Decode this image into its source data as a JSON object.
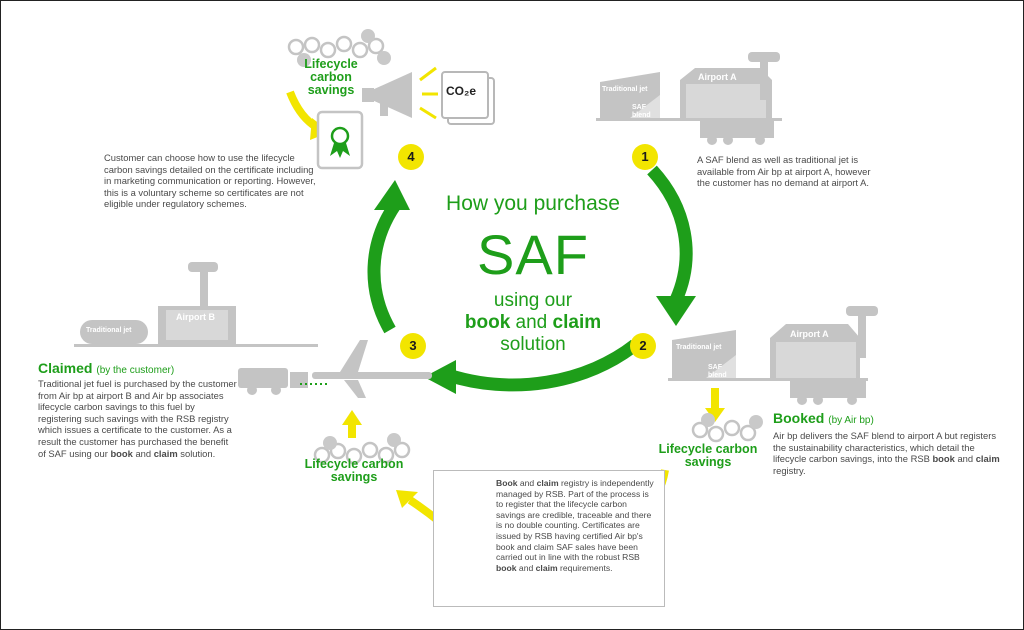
{
  "title": {
    "line1": "How you purchase",
    "line2": "SAF",
    "line3": "using our",
    "book": "book",
    "and": " and ",
    "claim": "claim",
    "line5": "solution"
  },
  "badges": [
    "1",
    "2",
    "3",
    "4"
  ],
  "lifecycle_label": "Lifecycle carbon savings",
  "co2_label": "CO₂e",
  "step1": {
    "airport": "Airport A",
    "tank1": "Traditional jet",
    "tank2": "SAF blend",
    "text": "A SAF blend as well as traditional jet is available from Air bp at airport A, however the customer has no demand at airport A."
  },
  "step2": {
    "airport": "Airport A",
    "tank1": "Traditional jet",
    "tank2": "SAF blend",
    "heading": "Booked",
    "heading_note": "(by Air bp)",
    "text_before": "Air bp delivers the SAF blend to airport A but registers the sustainability characteristics, which detail the lifecycle carbon savings, into the RSB ",
    "b1": "book",
    "mid": " and ",
    "b2": "claim",
    "text_after": " registry."
  },
  "registry": {
    "b1": "Book",
    "mid0": " and ",
    "b2": "claim",
    "text": " registry is independently managed by RSB. Part of the process is to register that the lifecycle carbon savings are credible, traceable and there is no double counting. Certificates are issued by RSB having certified Air bp's book and claim SAF sales have been carried out in line with the robust RSB ",
    "b3": "book",
    "mid": " and ",
    "b4": "claim",
    "end": " requirements."
  },
  "step3": {
    "airport": "Airport B",
    "tank": "Traditional jet",
    "heading": "Claimed",
    "heading_note": "(by the customer)",
    "text": "Traditional jet fuel is purchased by the customer from Air bp at airport B and Air bp associates lifecycle carbon savings to this fuel by registering such savings with the RSB registry which issues a certificate to the customer. As a result the customer has purchased the benefit of SAF using our ",
    "b1": "book",
    "mid": " and ",
    "b2": "claim",
    "end": " solution."
  },
  "step4": {
    "text": "Customer can choose how to use the lifecycle carbon savings detailed on the certificate including in marketing communication or reporting. However, this is a voluntary scheme so certificates are not eligible under regulatory schemes."
  },
  "colors": {
    "green": "#1e9e1a",
    "yellow": "#f2e500",
    "grey": "#bdbdbd"
  }
}
